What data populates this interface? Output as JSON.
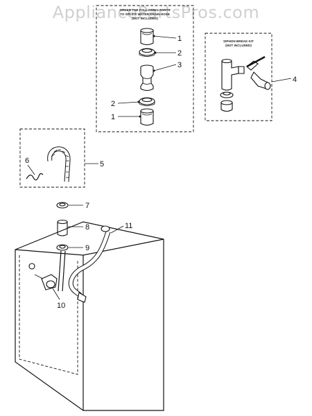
{
  "watermark": "AppliancePartsPros.com",
  "box_order": {
    "lines": [
      "ORDER THE FOLLOWING PARTS",
      "TO SPLICE WATER DRAIN HOSE",
      "(NOT INCLUDED)"
    ]
  },
  "box_siphon": {
    "lines": [
      "SIPHON BREAK KIT",
      "(NOT INCLUDED)"
    ]
  },
  "callouts": {
    "c1a": "1",
    "c2a": "2",
    "c3": "3",
    "c2b": "2",
    "c1b": "1",
    "c4": "4",
    "c5": "5",
    "c6": "6",
    "c7": "7",
    "c8": "8",
    "c9": "9",
    "c10": "10",
    "c11": "11"
  }
}
